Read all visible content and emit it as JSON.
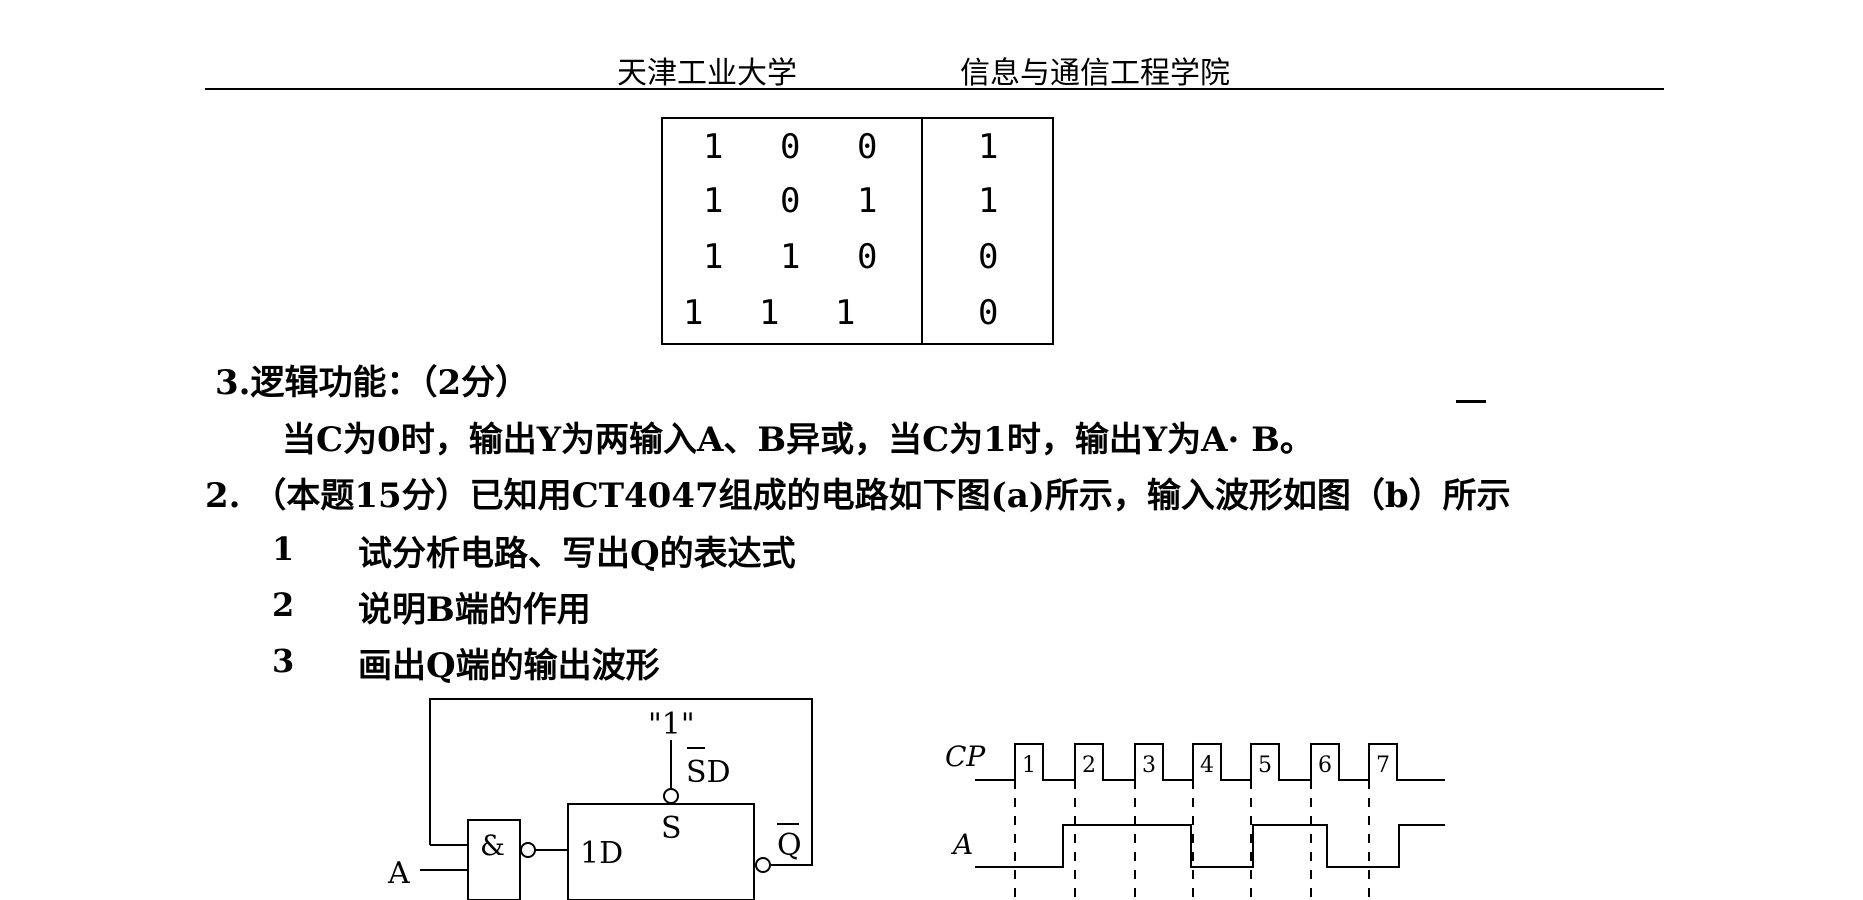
{
  "header": {
    "left": "天津工业大学",
    "right": "信息与通信工程学院"
  },
  "truth_table": {
    "rows": [
      [
        "1",
        "0",
        "0",
        "1"
      ],
      [
        "1",
        "0",
        "1",
        "1"
      ],
      [
        "1",
        "1",
        "0",
        "0"
      ],
      [
        "1",
        "1",
        "1",
        "0"
      ]
    ]
  },
  "section3": {
    "title": "3.逻辑功能：（2分）",
    "body": "当C为0时，输出Y为两输入A、B异或，当C为1时，输出Y为A· B。"
  },
  "question2": {
    "statement": "2. （本题15分）已知用CT4047组成的电路如下图(a)所示，输入波形如图（b）所示",
    "items": [
      {
        "num": "1",
        "text": "试分析电路、写出Q的表达式"
      },
      {
        "num": "2",
        "text": "说明B端的作用"
      },
      {
        "num": "3",
        "text": "画出Q端的输出波形"
      }
    ]
  },
  "circuit": {
    "input_a": "A",
    "gate": "&",
    "d_input": "1D",
    "set_label": "S",
    "sd_label": "SD",
    "sd_value": "\"1\"",
    "qbar": "Q"
  },
  "waveform": {
    "cp_label": "CP",
    "a_label": "A",
    "pulse_numbers": [
      "1",
      "2",
      "3",
      "4",
      "5",
      "6",
      "7"
    ]
  }
}
